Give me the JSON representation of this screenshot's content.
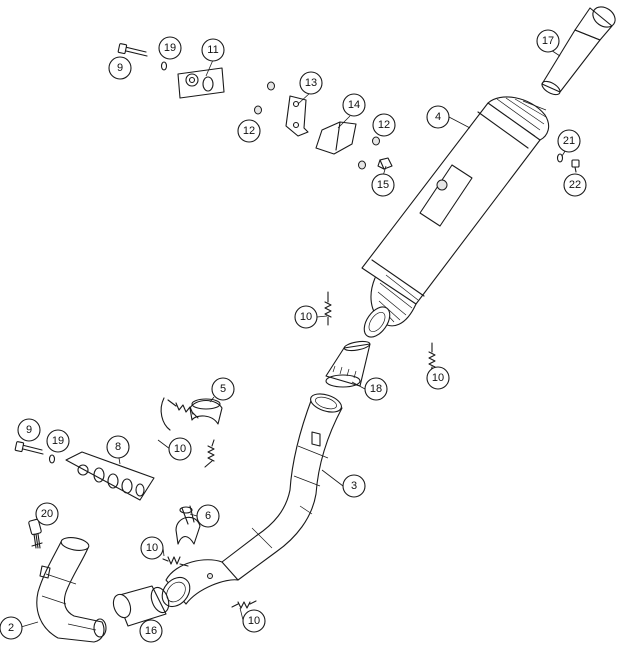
{
  "callouts": {
    "c17": "17",
    "c19a": "19",
    "c11": "11",
    "c9a": "9",
    "c13": "13",
    "c14": "14",
    "c4": "4",
    "c12a": "12",
    "c12b": "12",
    "c15": "15",
    "c21": "21",
    "c22": "22",
    "c10a": "10",
    "c10b": "10",
    "c18": "18",
    "c5": "5",
    "c9b": "9",
    "c19b": "19",
    "c8": "8",
    "c10c": "10",
    "c3": "3",
    "c20": "20",
    "c6": "6",
    "c10d": "10",
    "c2": "2",
    "c16": "16",
    "c10e": "10"
  },
  "colors": {
    "line": "#1a1a1a",
    "background": "#ffffff"
  }
}
